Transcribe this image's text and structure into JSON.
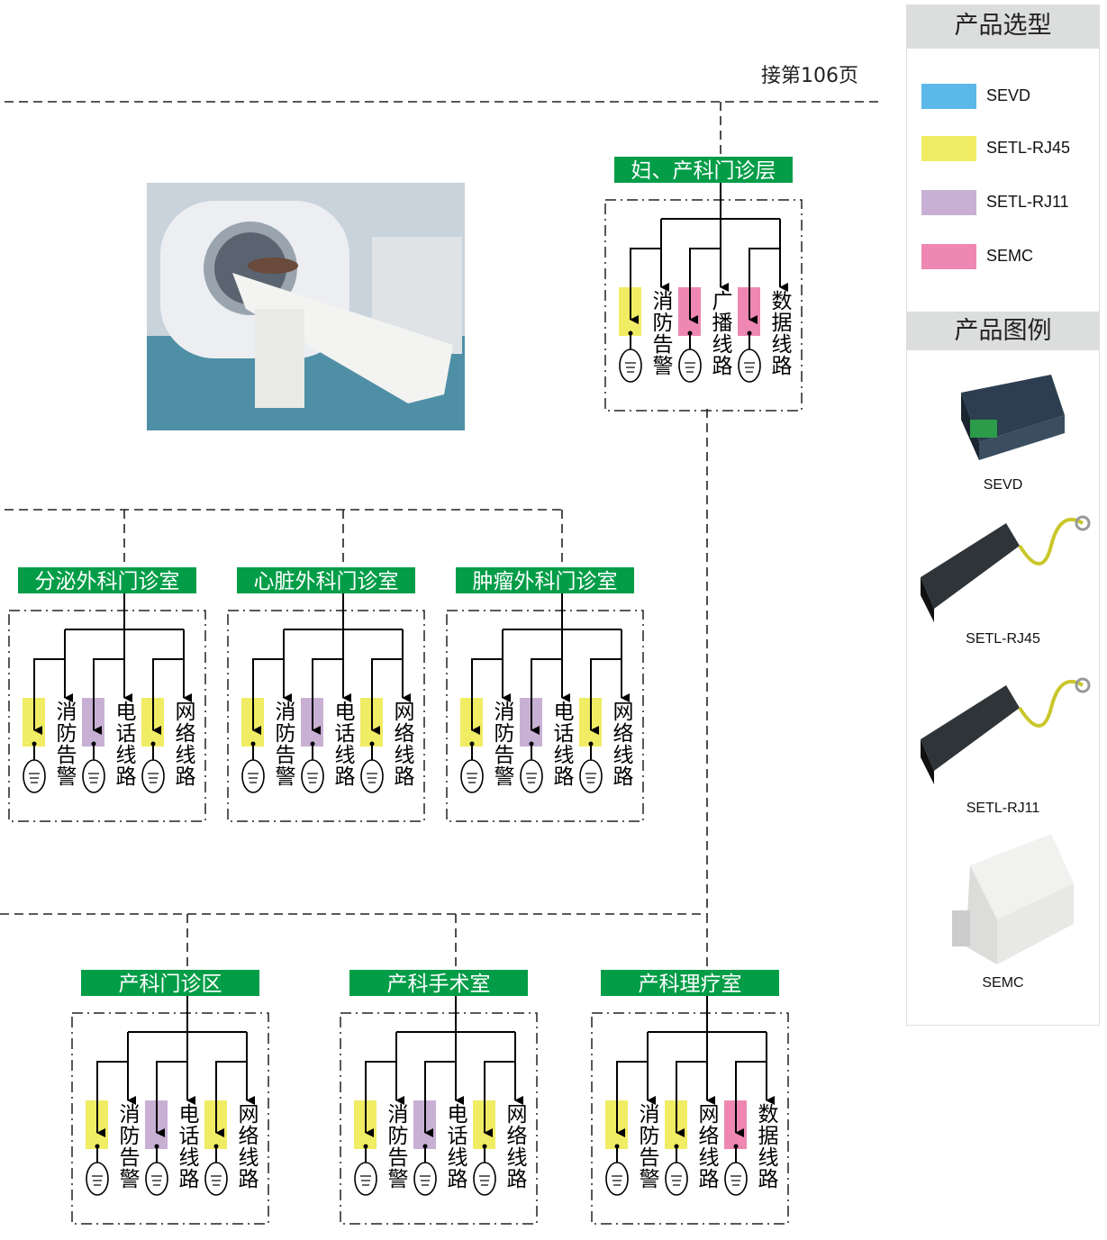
{
  "continuation": "接第106页",
  "colors": {
    "SEVD": "#5db8ea",
    "SETL-RJ45": "#f0ec64",
    "SETL-RJ11": "#c7b0d4",
    "SEMC": "#ee88b2",
    "title_bg": "#039d48"
  },
  "rooms": [
    {
      "title": "妇、产科门诊层",
      "channels": [
        {
          "product": "SETL-RJ45",
          "label": "消防告警"
        },
        {
          "product": "SEMC",
          "label": "广播线路"
        },
        {
          "product": "SEMC",
          "label": "数据线路"
        }
      ]
    },
    {
      "title": "分泌外科门诊室",
      "channels": [
        {
          "product": "SETL-RJ45",
          "label": "消防告警"
        },
        {
          "product": "SETL-RJ11",
          "label": "电话线路"
        },
        {
          "product": "SETL-RJ45",
          "label": "网络线路"
        }
      ]
    },
    {
      "title": "心脏外科门诊室",
      "channels": [
        {
          "product": "SETL-RJ45",
          "label": "消防告警"
        },
        {
          "product": "SETL-RJ11",
          "label": "电话线路"
        },
        {
          "product": "SETL-RJ45",
          "label": "网络线路"
        }
      ]
    },
    {
      "title": "肿瘤外科门诊室",
      "channels": [
        {
          "product": "SETL-RJ45",
          "label": "消防告警"
        },
        {
          "product": "SETL-RJ11",
          "label": "电话线路"
        },
        {
          "product": "SETL-RJ45",
          "label": "网络线路"
        }
      ]
    },
    {
      "title": "产科门诊区",
      "channels": [
        {
          "product": "SETL-RJ45",
          "label": "消防告警"
        },
        {
          "product": "SETL-RJ11",
          "label": "电话线路"
        },
        {
          "product": "SETL-RJ45",
          "label": "网络线路"
        }
      ]
    },
    {
      "title": "产科手术室",
      "channels": [
        {
          "product": "SETL-RJ45",
          "label": "消防告警"
        },
        {
          "product": "SETL-RJ11",
          "label": "电话线路"
        },
        {
          "product": "SETL-RJ45",
          "label": "网络线路"
        }
      ]
    },
    {
      "title": "产科理疗室",
      "channels": [
        {
          "product": "SETL-RJ45",
          "label": "消防告警"
        },
        {
          "product": "SETL-RJ45",
          "label": "网络线路"
        },
        {
          "product": "SEMC",
          "label": "数据线路"
        }
      ]
    }
  ],
  "panel": {
    "selection_title": "产品选型",
    "legend": [
      {
        "name": "SEVD"
      },
      {
        "name": "SETL-RJ45"
      },
      {
        "name": "SETL-RJ11"
      },
      {
        "name": "SEMC"
      }
    ],
    "examples_title": "产品图例",
    "products": [
      "SEVD",
      "SETL-RJ45",
      "SETL-RJ11",
      "SEMC"
    ]
  }
}
